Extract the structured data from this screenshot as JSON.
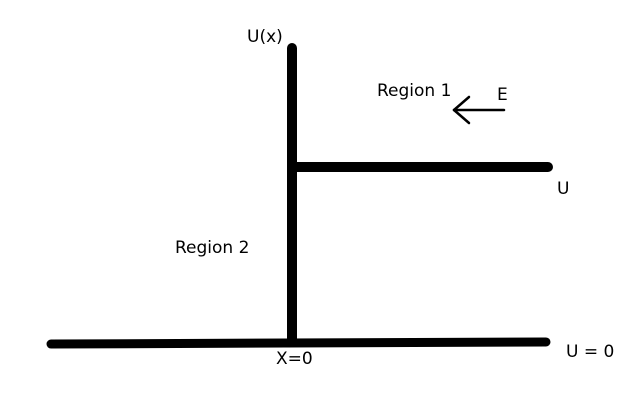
{
  "labels": {
    "potential_axis": "U(x)",
    "region_1": "Region 1",
    "energy": "E",
    "step_height": "U",
    "region_2": "Region 2",
    "origin": "X=0",
    "ground_level": "U = 0"
  },
  "colors": {
    "ink": "#000000",
    "background": "#ffffff"
  },
  "arrow_direction": "left"
}
